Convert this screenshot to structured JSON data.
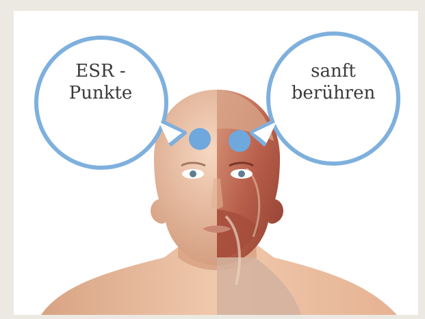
{
  "left_bubble": {
    "line1": "ESR -",
    "line2": "Punkte"
  },
  "right_bubble": {
    "line1": "sanft",
    "line2": "berühren"
  },
  "colors": {
    "bubble_stroke": "#7fb0dd",
    "point": "#6ea8dd",
    "skin": "#e7b79a",
    "muscle": "#b8634f",
    "background": "#ece9e2"
  }
}
